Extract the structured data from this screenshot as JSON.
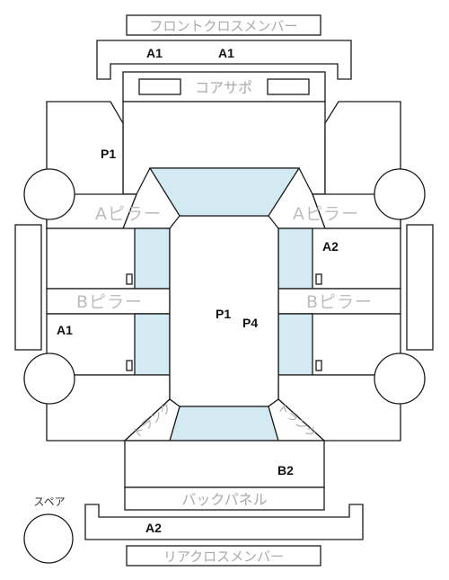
{
  "parts": {
    "front_cross_member": "フロントクロスメンバー",
    "core_support": "コアサポ",
    "a_pillar_left": "Aピラー",
    "a_pillar_right": "Aピラー",
    "b_pillar_left": "Bピラー",
    "b_pillar_right": "Bピラー",
    "trunk_left": "トランク",
    "trunk_right": "トランク",
    "back_panel": "バックパネル",
    "rear_cross_member": "リアクロスメンバー",
    "spare": "スペア"
  },
  "codes": {
    "front_cross_left": "A1",
    "front_cross_right": "A1",
    "front_left_fender": "P1",
    "front_right_door": "A2",
    "roof_p1": "P1",
    "roof_p4": "P4",
    "rear_left_door": "A1",
    "trunk": "B2",
    "rear_cross": "A2"
  },
  "colors": {
    "glass": "#d4eaf3",
    "label": "#aaaaaa",
    "outline": "#1a1a1a"
  }
}
